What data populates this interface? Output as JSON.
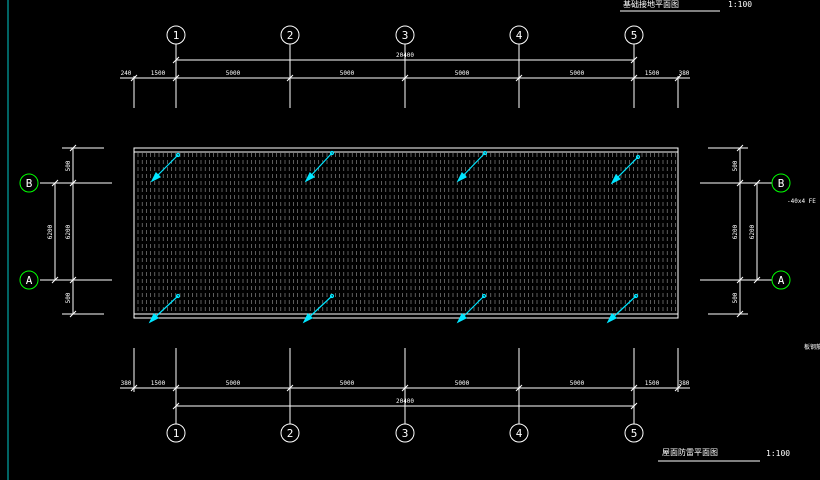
{
  "drawing": {
    "top_title": "基础接地平面图",
    "top_scale": "1:100",
    "bottom_title": "屋面防雷平面图",
    "bottom_scale": "1:100",
    "side_note": "-40x4 FE",
    "side_note2": "板钢筋"
  },
  "axes_x": [
    "1",
    "2",
    "3",
    "4",
    "5"
  ],
  "axes_y": [
    "B",
    "A"
  ],
  "dims_top": {
    "total": "20400",
    "segments": [
      "240",
      "1500",
      "5000",
      "5000",
      "5000",
      "5000",
      "1500",
      "380"
    ]
  },
  "dims_bottom": {
    "total": "20400",
    "segments": [
      "380",
      "1500",
      "5000",
      "5000",
      "5000",
      "5000",
      "1500",
      "380"
    ]
  },
  "dims_left": {
    "overall": "6200",
    "inner": "6200",
    "top": "500",
    "bottom": "500"
  },
  "dims_right": {
    "overall": "6200",
    "inner": "6200",
    "top": "500",
    "bottom": "500"
  },
  "colors": {
    "background": "#000000",
    "line": "#ffffff",
    "axis_circle": "#00ff00",
    "lightning_rod": "#00e5ff",
    "border": "#00c8c8"
  }
}
